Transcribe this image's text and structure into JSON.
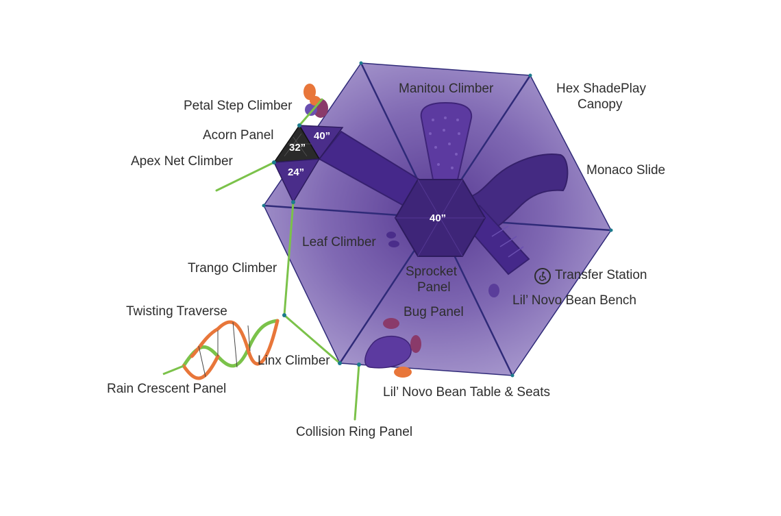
{
  "labels": {
    "manitou_climber": "Manitou Climber",
    "hex_canopy_line1": "Hex ShadePlay",
    "hex_canopy_line2": "Canopy",
    "petal_step_climber": "Petal Step Climber",
    "acorn_panel": "Acorn Panel",
    "apex_net_climber": "Apex Net Climber",
    "monaco_slide": "Monaco Slide",
    "leaf_climber": "Leaf Climber",
    "trango_climber": "Trango Climber",
    "sprocket_panel_line1": "Sprocket",
    "sprocket_panel_line2": "Panel",
    "transfer_station": "Transfer Station",
    "lil_novo_bean_bench": "Lil’ Novo Bean Bench",
    "bug_panel": "Bug Panel",
    "twisting_traverse": "Twisting Traverse",
    "linx_climber": "Linx Climber",
    "lil_novo_bean_table": "Lil’ Novo Bean Table & Seats",
    "rain_crescent_panel": "Rain Crescent Panel",
    "collision_ring_panel": "Collision Ring Panel"
  },
  "dimensions": {
    "deck_top": "40”",
    "deck_mid": "32”",
    "deck_low": "24”",
    "deck_center": "40”"
  },
  "colors": {
    "canopy": "#5b4199",
    "canopy_edge": "#2f2a78",
    "structure": "#4a2d8a",
    "structure_dark": "#3a2270",
    "post_green": "#7bc24a",
    "accent_orange": "#e8763a",
    "accent_plum": "#8a3a6a",
    "net_dark": "#2a2a2a"
  }
}
